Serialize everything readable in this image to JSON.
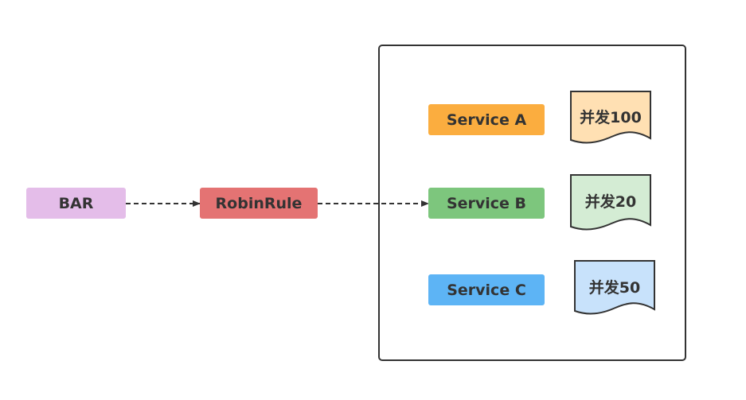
{
  "nodes": {
    "bar": {
      "label": "BAR",
      "color": "#e4bde9"
    },
    "robin": {
      "label": "RobinRule",
      "color": "#e47373"
    },
    "svc_a": {
      "label": "Service A",
      "color": "#fbad3f"
    },
    "svc_b": {
      "label": "Service B",
      "color": "#7dc67d"
    },
    "svc_c": {
      "label": "Service C",
      "color": "#5db4f5"
    }
  },
  "docs": {
    "a": {
      "label": "并发100",
      "color": "#ffe0b3"
    },
    "b": {
      "label": "并发20",
      "color": "#d4ecd4"
    },
    "c": {
      "label": "并发50",
      "color": "#c8e2fb"
    }
  },
  "edge_color": "#333333"
}
